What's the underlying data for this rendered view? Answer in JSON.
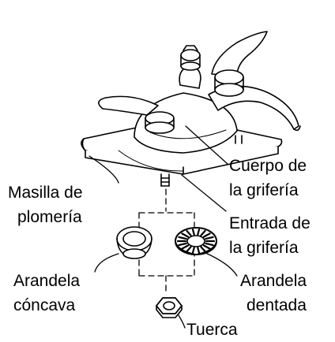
{
  "labels": {
    "body_line1": "Cuerpo de",
    "body_line2": "la grifería",
    "putty_line1": "Masilla de",
    "putty_line2": "plomería",
    "inlet_line1": "Entrada de",
    "inlet_line2": "la grifería",
    "cup_line1": "Arandela",
    "cup_line2": "cóncava",
    "toothed_line1": "Arandela",
    "toothed_line2": "dentada",
    "nut": "Tuerca"
  }
}
